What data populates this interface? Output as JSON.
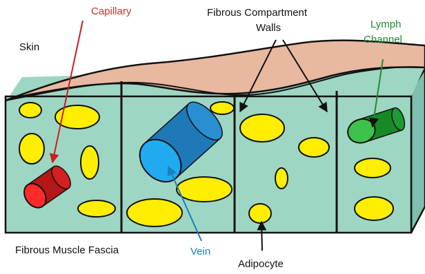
{
  "labels": {
    "capillary": "Capillary",
    "fibrous_walls_line1": "Fibrous Compartment",
    "fibrous_walls_line2": "Walls",
    "lymph_line1": "Lymph",
    "lymph_line2": "Channel",
    "skin": "Skin",
    "fascia": "Fibrous Muscle Fascia",
    "vein": "Vein",
    "adipocyte": "Adipocyte"
  },
  "colors": {
    "capillary": "#cc1f1f",
    "capillary_label": "#c0392b",
    "vein": "#1f8fd6",
    "vein_label": "#1a7fc0",
    "lymph": "#1f8a2e",
    "lymph_label": "#1f8a2e",
    "skin": "#e8b8a0",
    "tissue": "#9ed6c4",
    "fat_cell": "#ffee00",
    "outline": "#111111"
  }
}
